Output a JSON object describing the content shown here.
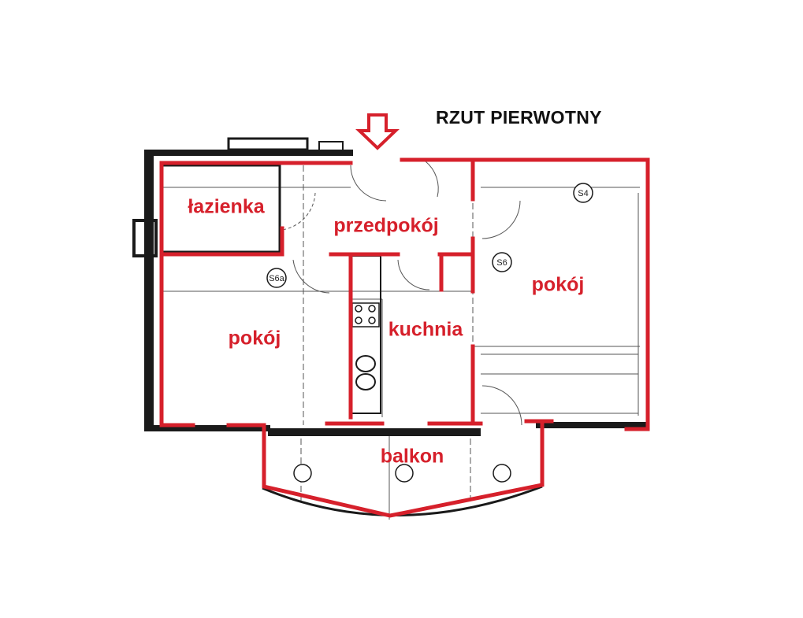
{
  "title": "RZUT PIERWOTNY",
  "rooms": {
    "bathroom": "łazienka",
    "hallway": "przedpokój",
    "room_left": "pokój",
    "kitchen": "kuchnia",
    "room_right": "pokój",
    "balcony": "balkon"
  },
  "markers": {
    "s4": "S4",
    "s6": "S6",
    "s6a": "S6a"
  },
  "colors": {
    "red_walls": "#d6202b",
    "black_walls": "#1a1a1a"
  },
  "icons": {
    "entrance": "down-arrow-icon"
  }
}
